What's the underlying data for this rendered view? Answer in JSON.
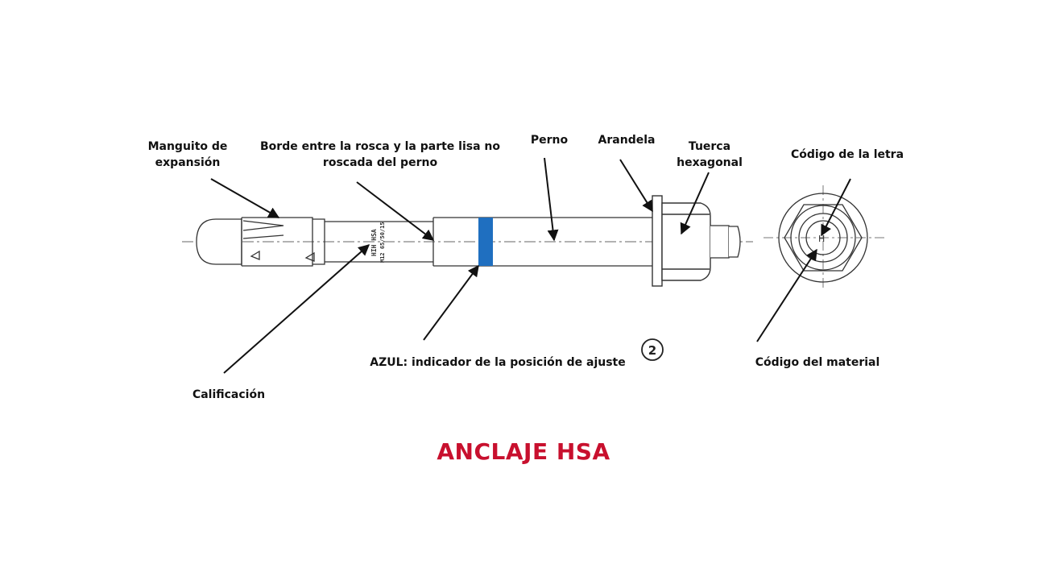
{
  "labels": {
    "sleeve": "Manguito de\nexpansión",
    "border": "Borde entre la rosca y la parte lisa no\nroscada del perno",
    "bolt": "Perno",
    "washer": "Arandela",
    "nut": "Tuerca\nhexagonal",
    "letter_code": "Código de la letra",
    "blue_indicator": "AZUL: indicador de la posición de ajuste",
    "material_code": "Código del material",
    "rating": "Calificación"
  },
  "marking": {
    "line1": "HIH HSA",
    "line2": "M12 65/50/15"
  },
  "view_number": "2",
  "title": "ANCLAJE HSA",
  "colors": {
    "title": "#c8102e",
    "blue_band": "#1f6fc0",
    "line": "#222222"
  }
}
